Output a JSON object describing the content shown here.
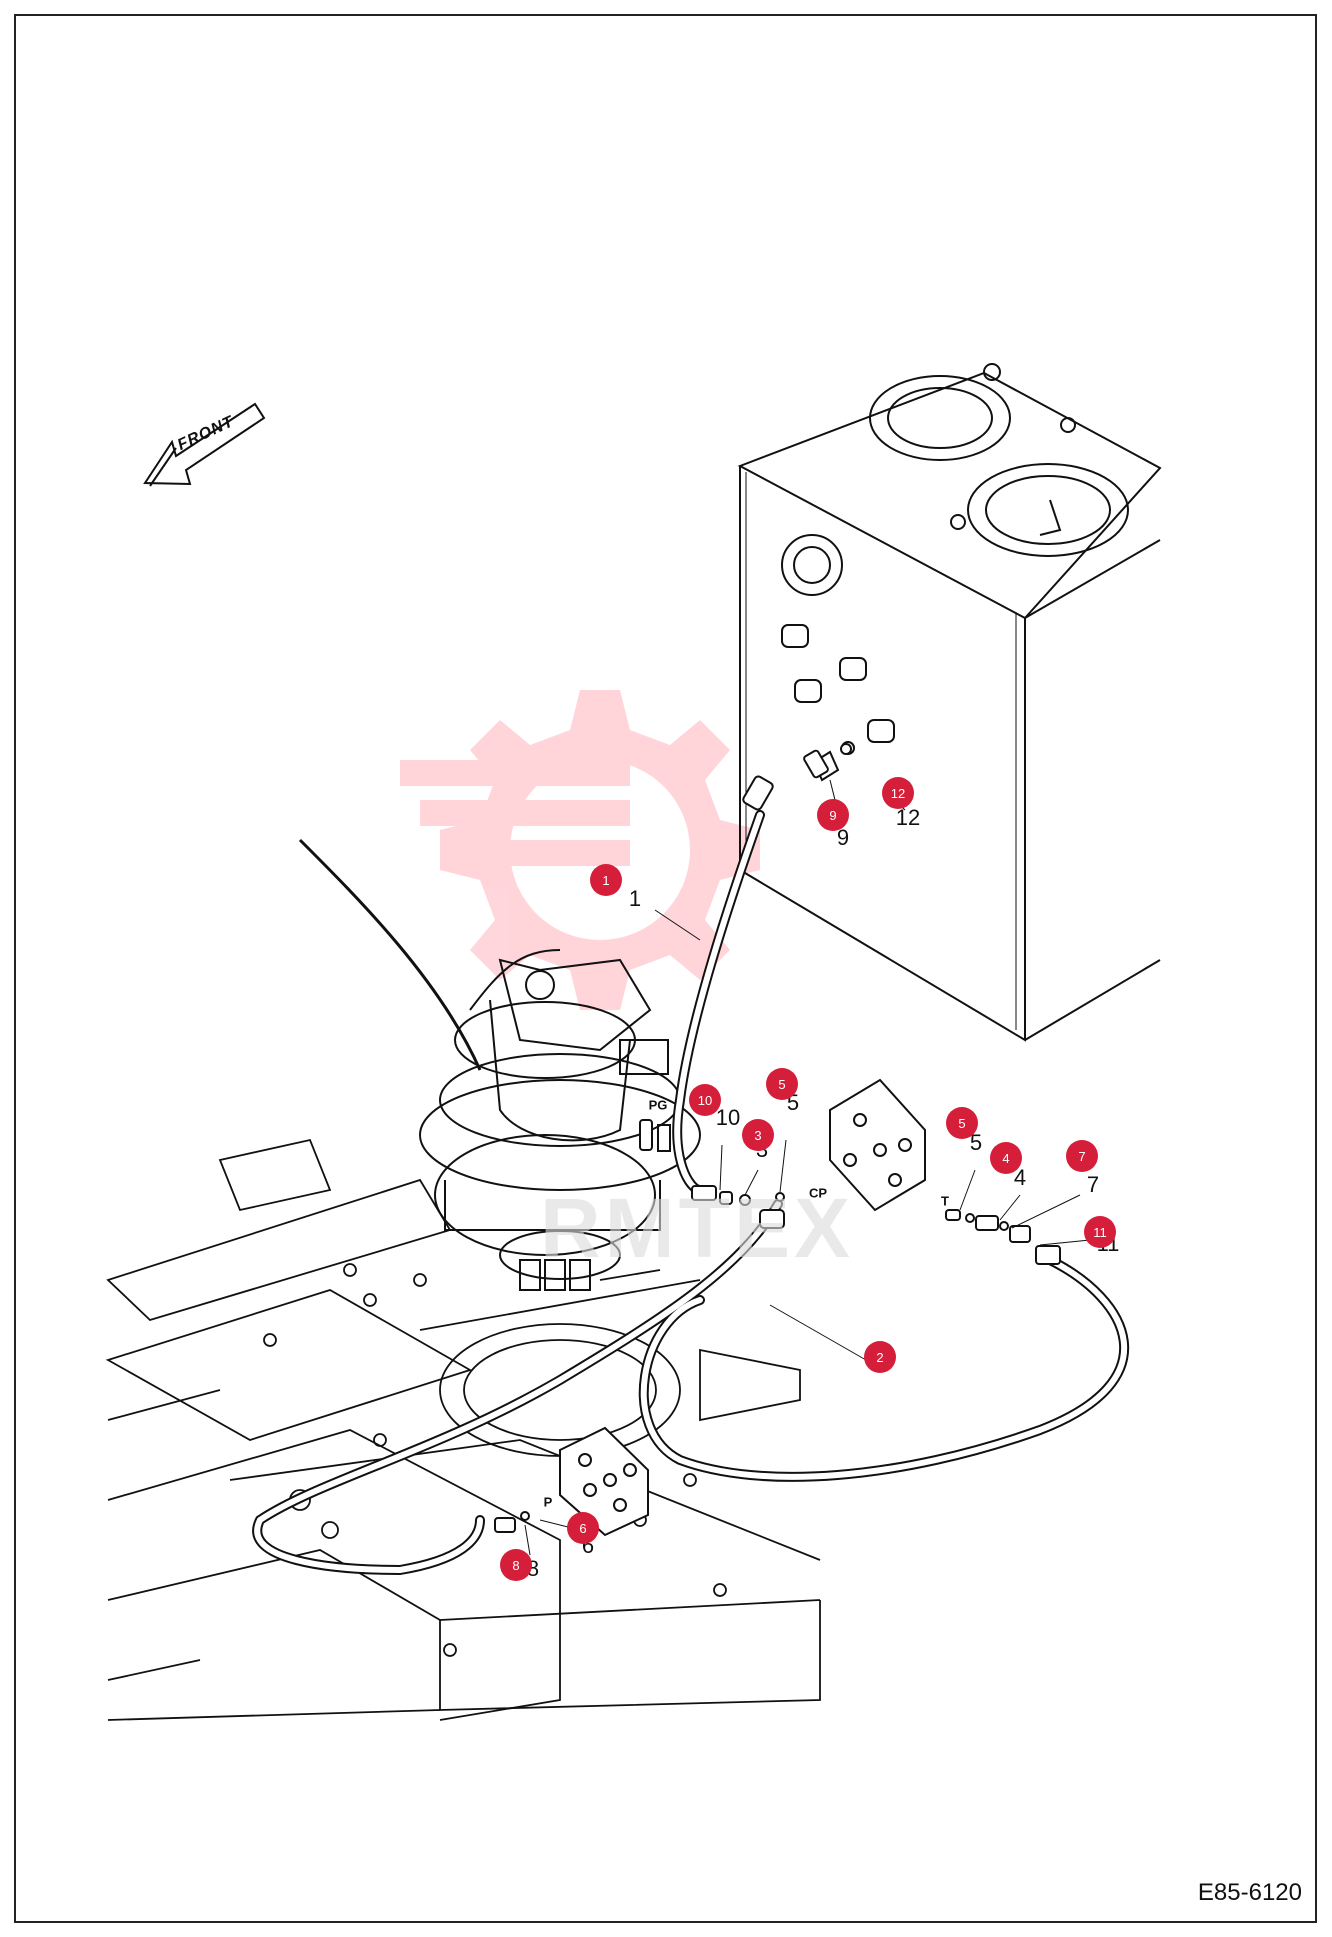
{
  "diagram": {
    "drawing_code": "E85-6120",
    "front_label": "FRONT",
    "watermark_text": "RMTEX",
    "accent_color": "#d51e3a",
    "ports": [
      "PG",
      "CP",
      "T",
      "P"
    ],
    "callouts": [
      {
        "id": "1",
        "label": "1"
      },
      {
        "id": "2",
        "label": "2"
      },
      {
        "id": "3",
        "label": "3"
      },
      {
        "id": "4",
        "label": "4"
      },
      {
        "id": "5a",
        "label": "5"
      },
      {
        "id": "5b",
        "label": "5"
      },
      {
        "id": "6",
        "label": "6"
      },
      {
        "id": "7",
        "label": "7"
      },
      {
        "id": "8",
        "label": "8"
      },
      {
        "id": "9",
        "label": "9"
      },
      {
        "id": "10",
        "label": "10"
      },
      {
        "id": "11",
        "label": "11"
      },
      {
        "id": "12",
        "label": "12"
      }
    ]
  }
}
